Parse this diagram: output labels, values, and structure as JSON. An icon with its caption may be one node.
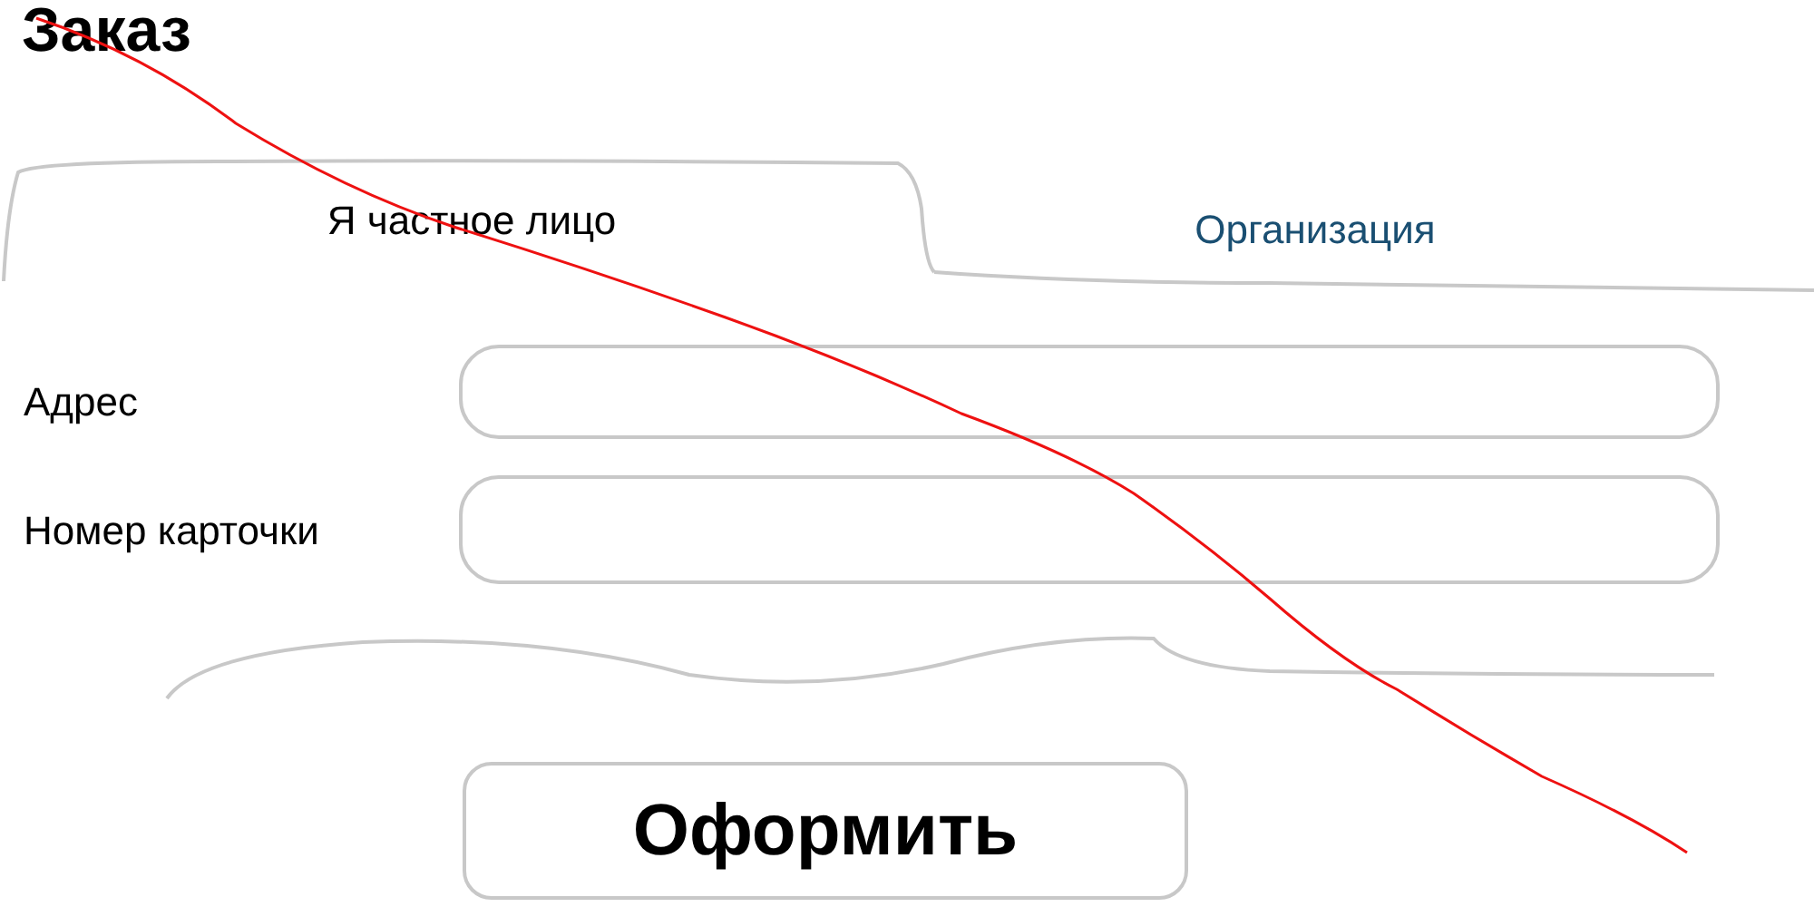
{
  "diagram": {
    "title": "Заказ",
    "nodes": [
      {
        "text": [
          "Я частное лицо"
        ]
      },
      {
        "text": [
          "Организация"
        ]
      },
      {
        "text": [],
        "shape": "box"
      },
      {
        "text": [],
        "shape": "box"
      },
      {
        "text": [
          "Оформить"
        ]
      }
    ],
    "labels": [
      "Адрес",
      "Номер карточки"
    ]
  }
}
